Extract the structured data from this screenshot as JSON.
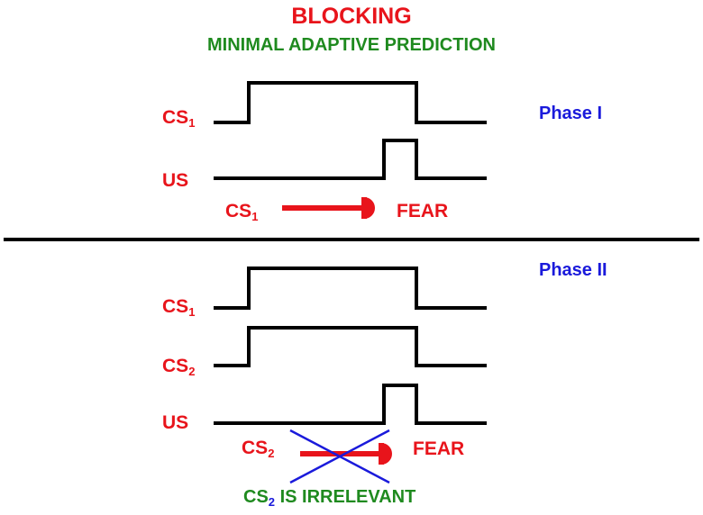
{
  "title": "BLOCKING",
  "subtitle": "MINIMAL ADAPTIVE PREDICTION",
  "colors": {
    "red": "#e8141b",
    "green": "#1f8a1f",
    "blue": "#1a1adb",
    "line": "#000000"
  },
  "phase1": {
    "label": "Phase I",
    "signals": [
      {
        "name": "CS",
        "sub": "1"
      },
      {
        "name": "US",
        "sub": ""
      }
    ],
    "association": {
      "from": "CS",
      "from_sub": "1",
      "to": "FEAR"
    }
  },
  "phase2": {
    "label": "Phase II",
    "signals": [
      {
        "name": "CS",
        "sub": "1"
      },
      {
        "name": "CS",
        "sub": "2"
      },
      {
        "name": "US",
        "sub": ""
      }
    ],
    "association": {
      "from": "CS",
      "from_sub": "2",
      "to": "FEAR",
      "blocked": true
    },
    "conclusion": {
      "prefix": "CS",
      "sub": "2",
      "text": " IS IRRELEVANT"
    }
  }
}
